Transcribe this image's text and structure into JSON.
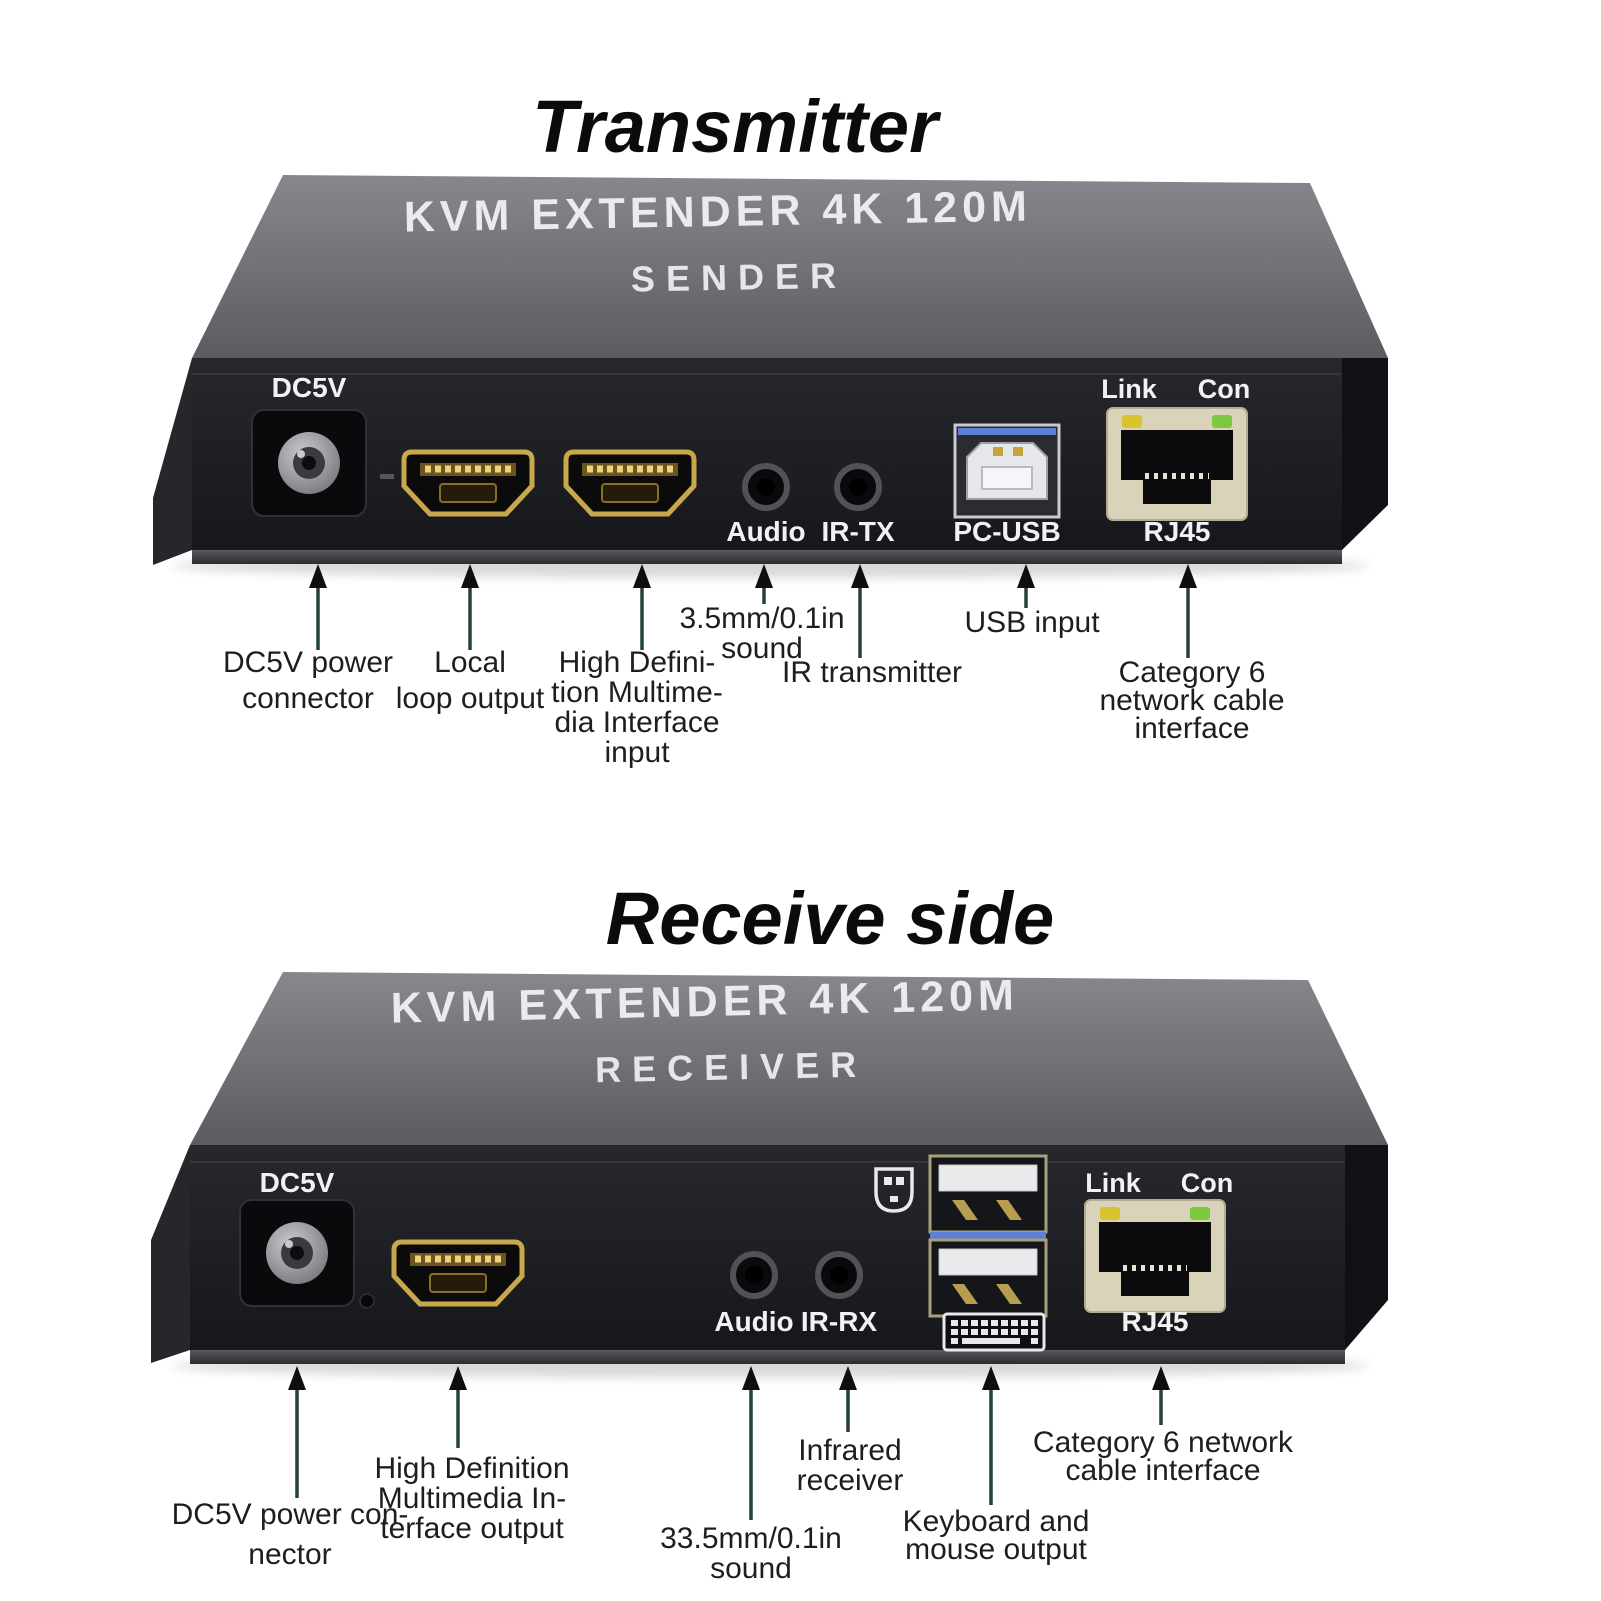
{
  "titles": {
    "transmitter": "Transmitter",
    "receiver": "Receive side"
  },
  "transmitter": {
    "top": {
      "line1": "KVM EXTENDER 4K 120M",
      "line2": "SENDER"
    },
    "panel": {
      "dc5v": "DC5V",
      "audio": "Audio",
      "ir": "IR-TX",
      "usb": "PC-USB",
      "link": "Link",
      "con": "Con",
      "rj45": "RJ45"
    },
    "callouts": [
      {
        "lines": [
          "DC5V power",
          "connector"
        ]
      },
      {
        "lines": [
          "Local",
          "loop output"
        ]
      },
      {
        "lines": [
          "High Defini-",
          "tion Multime-",
          "dia Interface",
          "input"
        ]
      },
      {
        "lines": [
          "3.5mm/0.1in",
          "sound"
        ]
      },
      {
        "lines": [
          "IR transmitter"
        ]
      },
      {
        "lines": [
          "USB input"
        ]
      },
      {
        "lines": [
          "Category 6",
          "network cable",
          "interface"
        ]
      }
    ]
  },
  "receiver": {
    "top": {
      "line1": "KVM EXTENDER 4K 120M",
      "line2": "RECEIVER"
    },
    "panel": {
      "dc5v": "DC5V",
      "audio": "Audio",
      "ir": "IR-RX",
      "link": "Link",
      "con": "Con",
      "rj45": "RJ45"
    },
    "callouts": [
      {
        "lines": [
          "DC5V power con-",
          "nector"
        ]
      },
      {
        "lines": [
          "High Definition",
          "Multimedia In-",
          "terface output"
        ]
      },
      {
        "lines": [
          "33.5mm/0.1in",
          "sound"
        ]
      },
      {
        "lines": [
          "Infrared",
          "receiver"
        ]
      },
      {
        "lines": [
          "Keyboard and",
          "mouse output"
        ]
      },
      {
        "lines": [
          "Category 6 network",
          "cable interface"
        ]
      }
    ]
  },
  "colors": {
    "led_yellow": "#d9c32e",
    "led_green": "#7cc93f",
    "usb_glow_blue": "#5d7fd6",
    "hdmi_gold": "#c9a84c",
    "rj45_bezel": "#d9d3b9",
    "arrow_stem": "#24423b"
  }
}
